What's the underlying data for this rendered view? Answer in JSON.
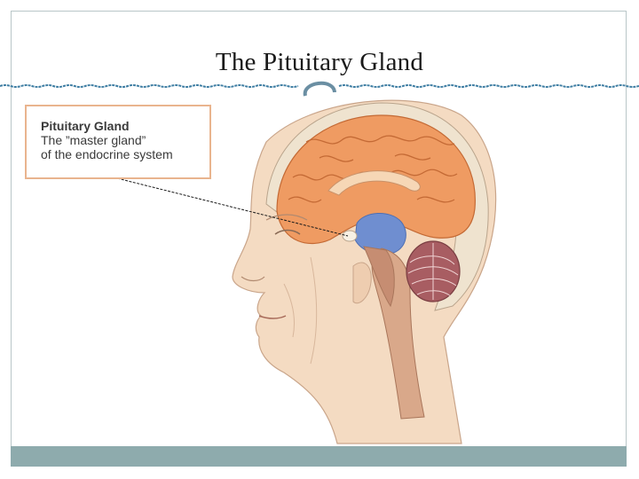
{
  "slide": {
    "title": "The Pituitary Gland"
  },
  "callout": {
    "title": "Pituitary Gland",
    "line1": "The ”master gland”",
    "line2": "of the endocrine system"
  },
  "colors": {
    "footer_bar": "#8eabad",
    "divider": "#3f7ea3",
    "callout_border": "#e9b48e",
    "cerebrum": "#ef9b62",
    "pituitary_region": "#6f8ed0",
    "skin": "#f4dbc2"
  }
}
